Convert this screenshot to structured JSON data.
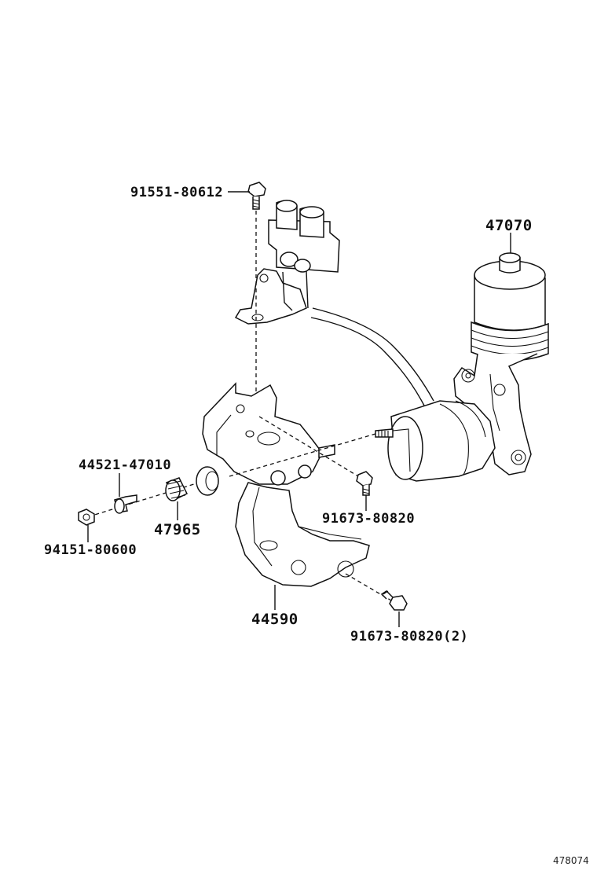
{
  "diagram": {
    "ref_number": "478074",
    "parts": {
      "sensor_bolt": "91551-80612",
      "reservoir_pump": "47070",
      "bolt_a": "44521-47010",
      "nut": "94151-80600",
      "cushion": "47965",
      "bolt_b": "91673-80820",
      "bracket": "44590",
      "bolt_c": "91673-80820(2)"
    }
  }
}
